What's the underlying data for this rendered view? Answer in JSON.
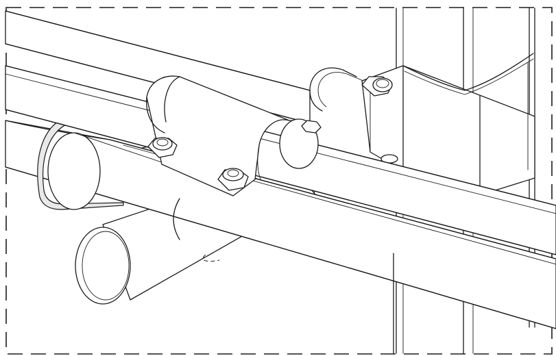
{
  "figure": {
    "subject": "pipe-clamp-assembly",
    "view": "isometric",
    "style": "line-art",
    "stroke_color": "#1a1a1a",
    "background_color": "#ffffff",
    "frame": "dashed"
  },
  "components": [
    {
      "id": "upper-pipe",
      "kind": "pipe"
    },
    {
      "id": "lower-pipe",
      "kind": "pipe"
    },
    {
      "id": "cross-pipe",
      "kind": "pipe"
    },
    {
      "id": "vertical-post",
      "kind": "post"
    },
    {
      "id": "saddle-clamp",
      "kind": "clamp"
    },
    {
      "id": "u-bolt-left",
      "kind": "u-bolt"
    },
    {
      "id": "u-bolt-right",
      "kind": "u-bolt"
    },
    {
      "id": "post-bracket",
      "kind": "bracket"
    },
    {
      "id": "clamp-plate",
      "kind": "plate"
    },
    {
      "id": "hex-nut-1",
      "kind": "hex-nut"
    },
    {
      "id": "hex-nut-2",
      "kind": "hex-nut"
    },
    {
      "id": "hex-nut-3",
      "kind": "hex-nut"
    }
  ]
}
